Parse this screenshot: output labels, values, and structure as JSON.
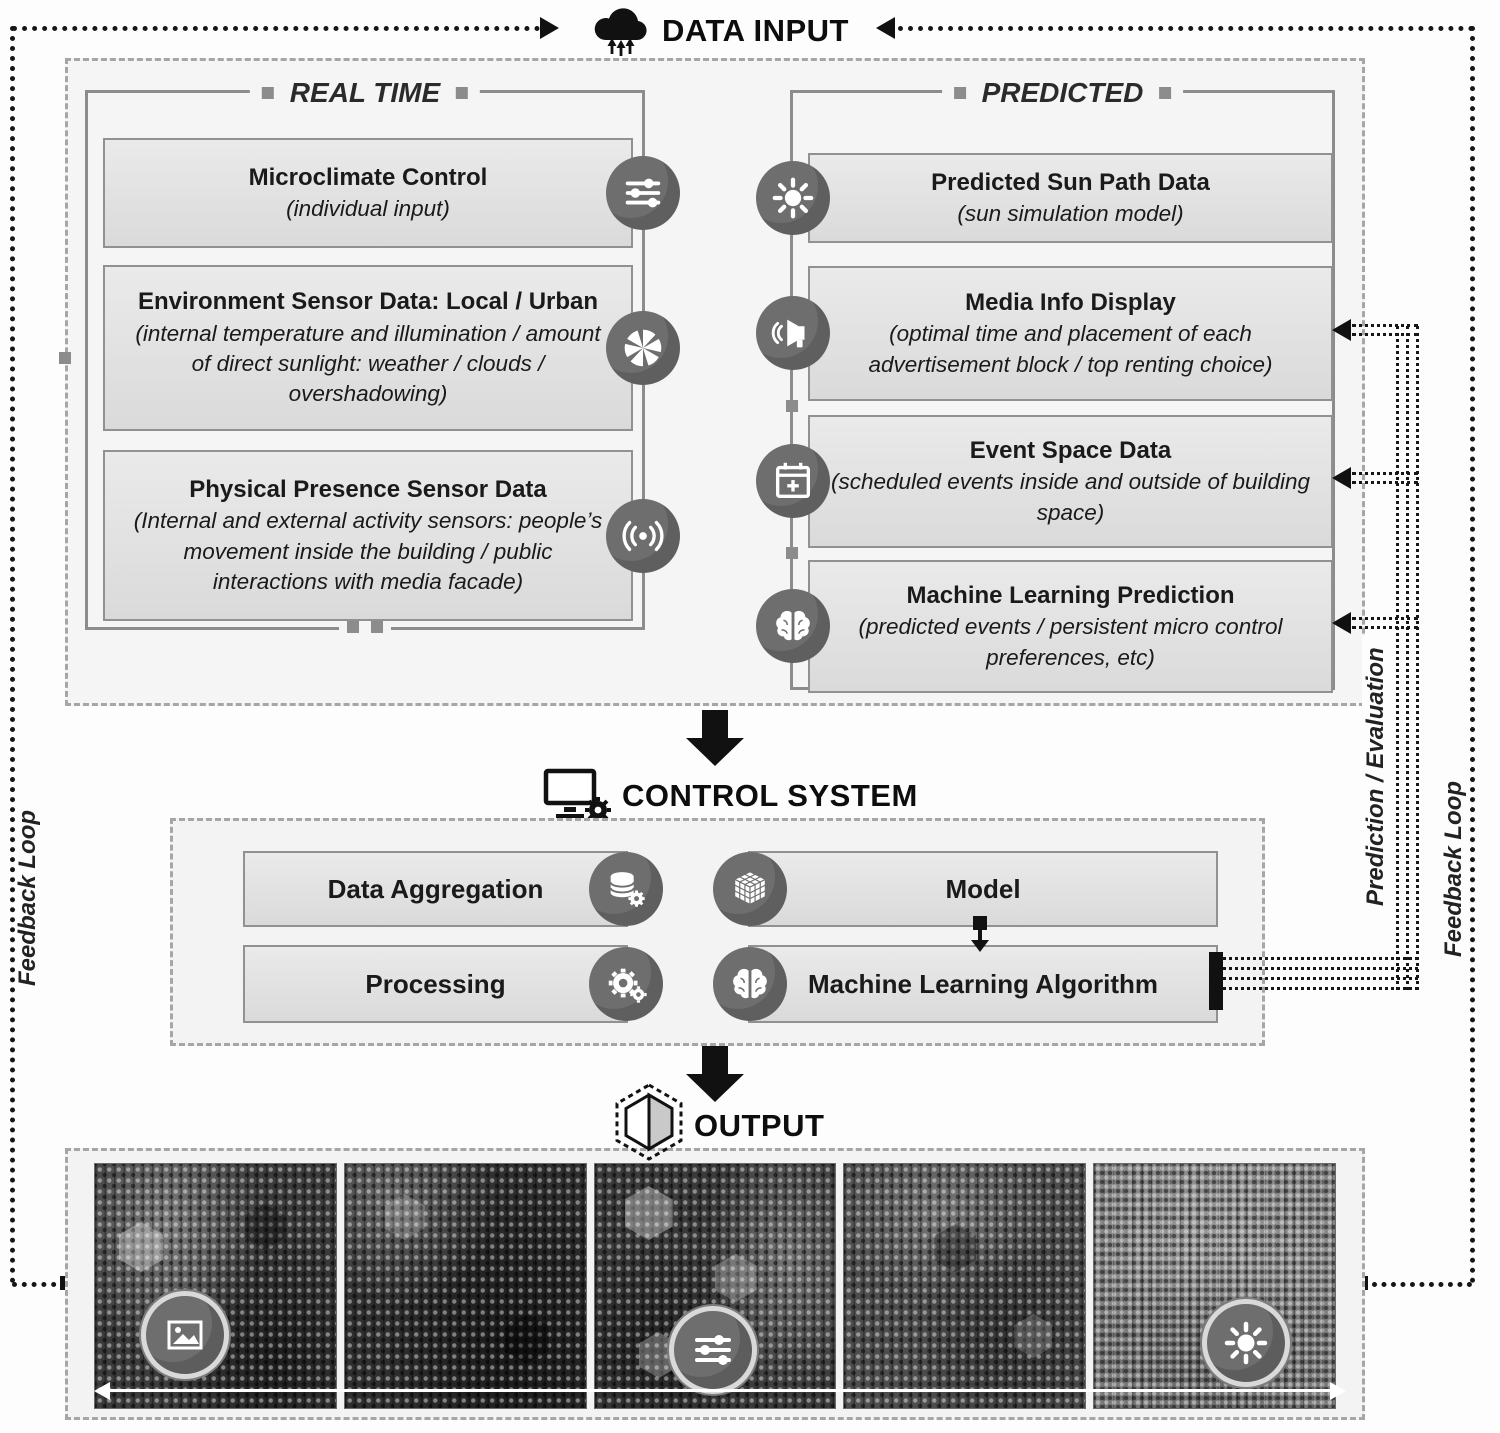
{
  "colors": {
    "accent": "#111111",
    "box_fill": "#e4e4e4",
    "group_border": "#8c8c8c",
    "icon_circle": "#6e6e6e"
  },
  "data_input": {
    "title": "DATA INPUT",
    "icon": "cloud-upload-icon"
  },
  "input_section": {
    "real_time": {
      "title": "REAL TIME",
      "boxes": [
        {
          "title": "Microclimate Control",
          "subtitle": "(individual input)",
          "icon": "sliders-icon"
        },
        {
          "title": "Environment Sensor Data: Local / Urban",
          "subtitle": "(internal temperature and illumination / amount of direct sunlight: weather / clouds / overshadowing)",
          "icon": "aperture-icon"
        },
        {
          "title": "Physical Presence Sensor Data",
          "subtitle": "(Internal and external activity sensors: people’s movement inside the building / public interactions with media facade)",
          "icon": "presence-sensor-icon"
        }
      ]
    },
    "predicted": {
      "title": "PREDICTED",
      "boxes": [
        {
          "title": "Predicted Sun Path Data",
          "subtitle": "(sun simulation model)",
          "icon": "sun-icon"
        },
        {
          "title": "Media Info Display",
          "subtitle": "(optimal time and placement of each advertisement block / top renting choice)",
          "icon": "megaphone-icon"
        },
        {
          "title": "Event Space Data",
          "subtitle": "(scheduled events inside and outside of building space)",
          "icon": "calendar-icon"
        },
        {
          "title": "Machine Learning Prediction",
          "subtitle": "(predicted events / persistent micro control preferences, etc)",
          "icon": "brain-icon"
        }
      ]
    }
  },
  "control_section": {
    "title": "CONTROL SYSTEM",
    "icon": "monitor-gear-icon",
    "boxes": [
      {
        "label": "Data Aggregation",
        "icon": "database-gear-icon"
      },
      {
        "label": "Model",
        "icon": "cube-icon"
      },
      {
        "label": "Processing",
        "icon": "gears-icon"
      },
      {
        "label": "Machine Learning Algorithm",
        "icon": "brain-icon"
      }
    ]
  },
  "output_section": {
    "title": "OUTPUT",
    "icon": "hexagon-icon",
    "panels": [
      {
        "overlay_icon": "image-icon"
      },
      {
        "overlay_icon": null
      },
      {
        "overlay_icon": "sliders-icon"
      },
      {
        "overlay_icon": null
      },
      {
        "overlay_icon": "sun-icon"
      }
    ]
  },
  "labels": {
    "feedback_left": "Feedback Loop",
    "prediction_evaluation": "Prediction / Evaluation",
    "feedback_right": "Feedback Loop"
  }
}
